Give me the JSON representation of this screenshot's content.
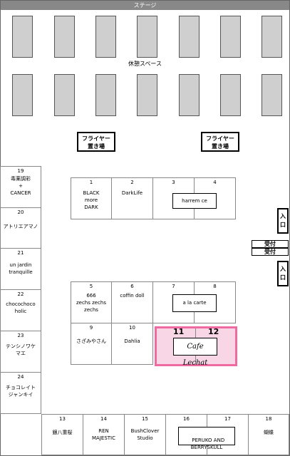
{
  "stage_label": "ステージ",
  "rest_label": "休憩スペース",
  "flyer_label": "フライヤー\n置き場",
  "entrance_label": "入\n口",
  "reception_label": "受付",
  "center_booths": [
    {
      "number": "1",
      "name": "BLACK\nmore\nDARK"
    },
    {
      "number": "2",
      "name": "DarkLife"
    },
    {
      "number": "3",
      "name": ""
    },
    {
      "number": "4",
      "name": ""
    },
    {
      "number": "5",
      "name": "666\nzechs zechs\nzechs"
    },
    {
      "number": "6",
      "name": "coffin doll"
    },
    {
      "number": "7",
      "name": ""
    },
    {
      "number": "8",
      "name": ""
    },
    {
      "number": "9",
      "name": "さざみやさん"
    },
    {
      "number": "10",
      "name": "Dahlia"
    }
  ],
  "merged_booths": [
    {
      "numbers": "3-4",
      "name": "harrem ce"
    },
    {
      "numbers": "7-8",
      "name": "a la carte"
    }
  ],
  "highlight": {
    "number_a": "11",
    "number_b": "12",
    "name": "Cafe Lechat",
    "color": "#ef6aa0"
  },
  "left_booths": [
    {
      "number": "19",
      "name": "毒薬調彩\n+\nCANCER"
    },
    {
      "number": "20",
      "name": "アトリエアマノ"
    },
    {
      "number": "21",
      "name": "un jardin\ntranquille"
    },
    {
      "number": "22",
      "name": "chocochoco\nholic"
    },
    {
      "number": "23",
      "name": "テンシノワケ\nマエ"
    },
    {
      "number": "24",
      "name": "チョコレイト\nジャンキイ"
    }
  ],
  "bottom_booths": [
    {
      "number": "13",
      "name": "銀八重桜"
    },
    {
      "number": "14",
      "name": "REN\nMAJESTIC"
    },
    {
      "number": "15",
      "name": "BushClover\nStudio"
    },
    {
      "number": "16",
      "name": ""
    },
    {
      "number": "17",
      "name": ""
    },
    {
      "number": "18",
      "name": "蝴蝶"
    }
  ],
  "bottom_merged": {
    "numbers": "16-17",
    "name": "PERUKO AND\nBERRYSKULL"
  }
}
